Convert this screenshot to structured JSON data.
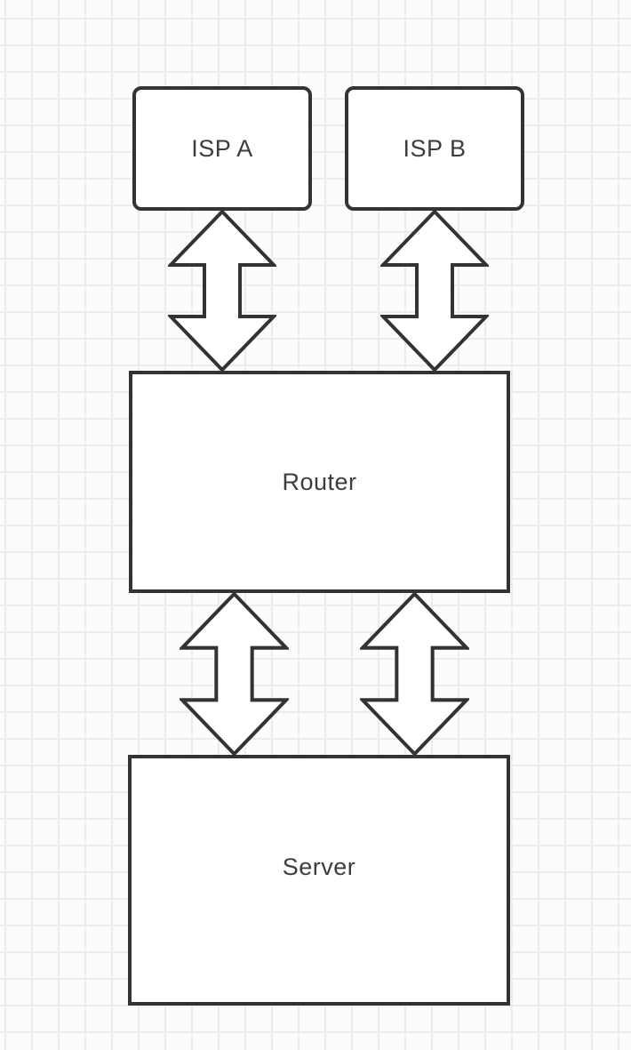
{
  "diagram": {
    "kind": "network-topology",
    "nodes": [
      {
        "id": "isp-a",
        "label": "ISP A",
        "shape": "rounded-rectangle"
      },
      {
        "id": "isp-b",
        "label": "ISP B",
        "shape": "rounded-rectangle"
      },
      {
        "id": "router",
        "label": "Router",
        "shape": "rectangle"
      },
      {
        "id": "server",
        "label": "Server",
        "shape": "rectangle"
      }
    ],
    "connectors": [
      {
        "id": "isp-a-router",
        "from": "isp-a",
        "to": "router",
        "type": "double-headed-arrow"
      },
      {
        "id": "isp-b-router",
        "from": "isp-b",
        "to": "router",
        "type": "double-headed-arrow"
      },
      {
        "id": "router-server-left",
        "from": "router",
        "to": "server",
        "type": "double-headed-arrow"
      },
      {
        "id": "router-server-right",
        "from": "router",
        "to": "server",
        "type": "double-headed-arrow"
      }
    ],
    "colors": {
      "stroke": "#333333",
      "node_fill": "#ffffff",
      "label_text": "#3d3d3d",
      "grid_line": "#ececec",
      "canvas_background": "#fcfcfc"
    }
  }
}
